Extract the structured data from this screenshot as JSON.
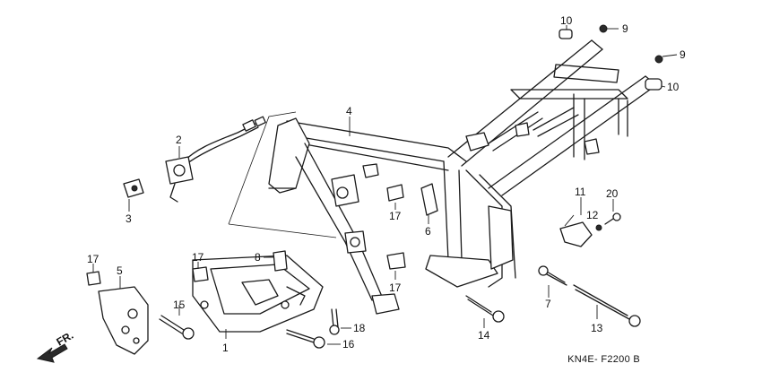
{
  "callouts": {
    "c1": "1",
    "c2": "2",
    "c3": "3",
    "c4": "4",
    "c5": "5",
    "c6": "6",
    "c7": "7",
    "c8": "8",
    "c9a": "9",
    "c9b": "9",
    "c10a": "10",
    "c10b": "10",
    "c11": "11",
    "c12": "12",
    "c13": "13",
    "c14": "14",
    "c15": "15",
    "c16": "16",
    "c17a": "17",
    "c17b": "17",
    "c17c": "17",
    "c17d": "17",
    "c18": "18",
    "c20": "20"
  },
  "front_label": "FR.",
  "reference_code": "KN4E- F2200 B"
}
